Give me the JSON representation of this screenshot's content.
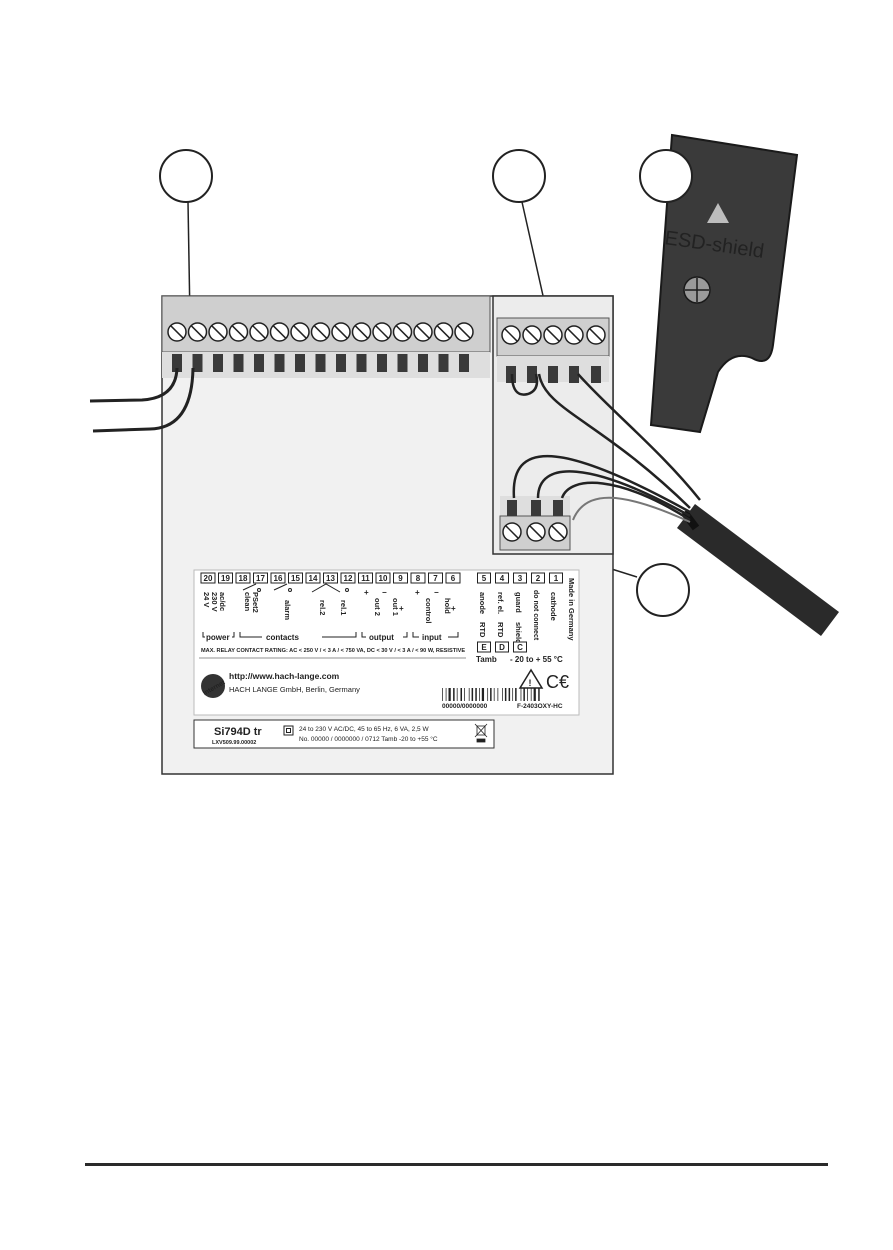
{
  "shield": {
    "label": "ESD-shield"
  },
  "terminals_main": {
    "numbers": [
      "20",
      "19",
      "18",
      "17",
      "16",
      "15",
      "14",
      "13",
      "12",
      "11",
      "10",
      "9",
      "8",
      "7",
      "6"
    ],
    "labels": {
      "power": [
        "24 V",
        "230 V",
        "ac/dc"
      ],
      "clean": [
        "clean",
        "PSet2"
      ],
      "alarm": "alarm",
      "rel2": "rel.2",
      "rel1": "rel.1",
      "out2": "out 2",
      "out1": "out 1",
      "control": "control",
      "hold": "hold",
      "plus": "+",
      "minus": "−"
    },
    "groups": [
      "power",
      "contacts",
      "output",
      "input"
    ],
    "rating": "MAX. RELAY CONTACT RATING: AC < 250 V / < 3 A / < 750 VA, DC < 30 V / < 3 A / < 90 W, RESISTIVE"
  },
  "terminals_sensor": {
    "numbers": [
      "5",
      "4",
      "3",
      "2",
      "1"
    ],
    "labels": [
      "anode",
      "ref. el.",
      "guard",
      "do not connect",
      "cathode"
    ],
    "made_in": "Made in Germany",
    "lower_numbers": [
      "E",
      "D",
      "C"
    ],
    "lower_labels": [
      "RTD",
      "RTD",
      "shield"
    ],
    "tamb_label": "Tamb",
    "tamb_value": "- 20 to + 55 °C"
  },
  "internet": {
    "badge": "Internet",
    "url": "http://www.hach-lange.com",
    "company": "HACH LANGE GmbH, Berlin, Germany"
  },
  "barcode": {
    "serial": "00000/0000000",
    "code": "F-2403OXY-HC"
  },
  "nameplate": {
    "model": "Si794D tr",
    "part": "LXV509.99.00002",
    "line1": "24 to 230 V AC/DC, 45 to 65 Hz, 6 VA, 2,5 W",
    "line2": "No. 00000 / 0000000 / 0712    Tamb -20 to +55 °C"
  }
}
